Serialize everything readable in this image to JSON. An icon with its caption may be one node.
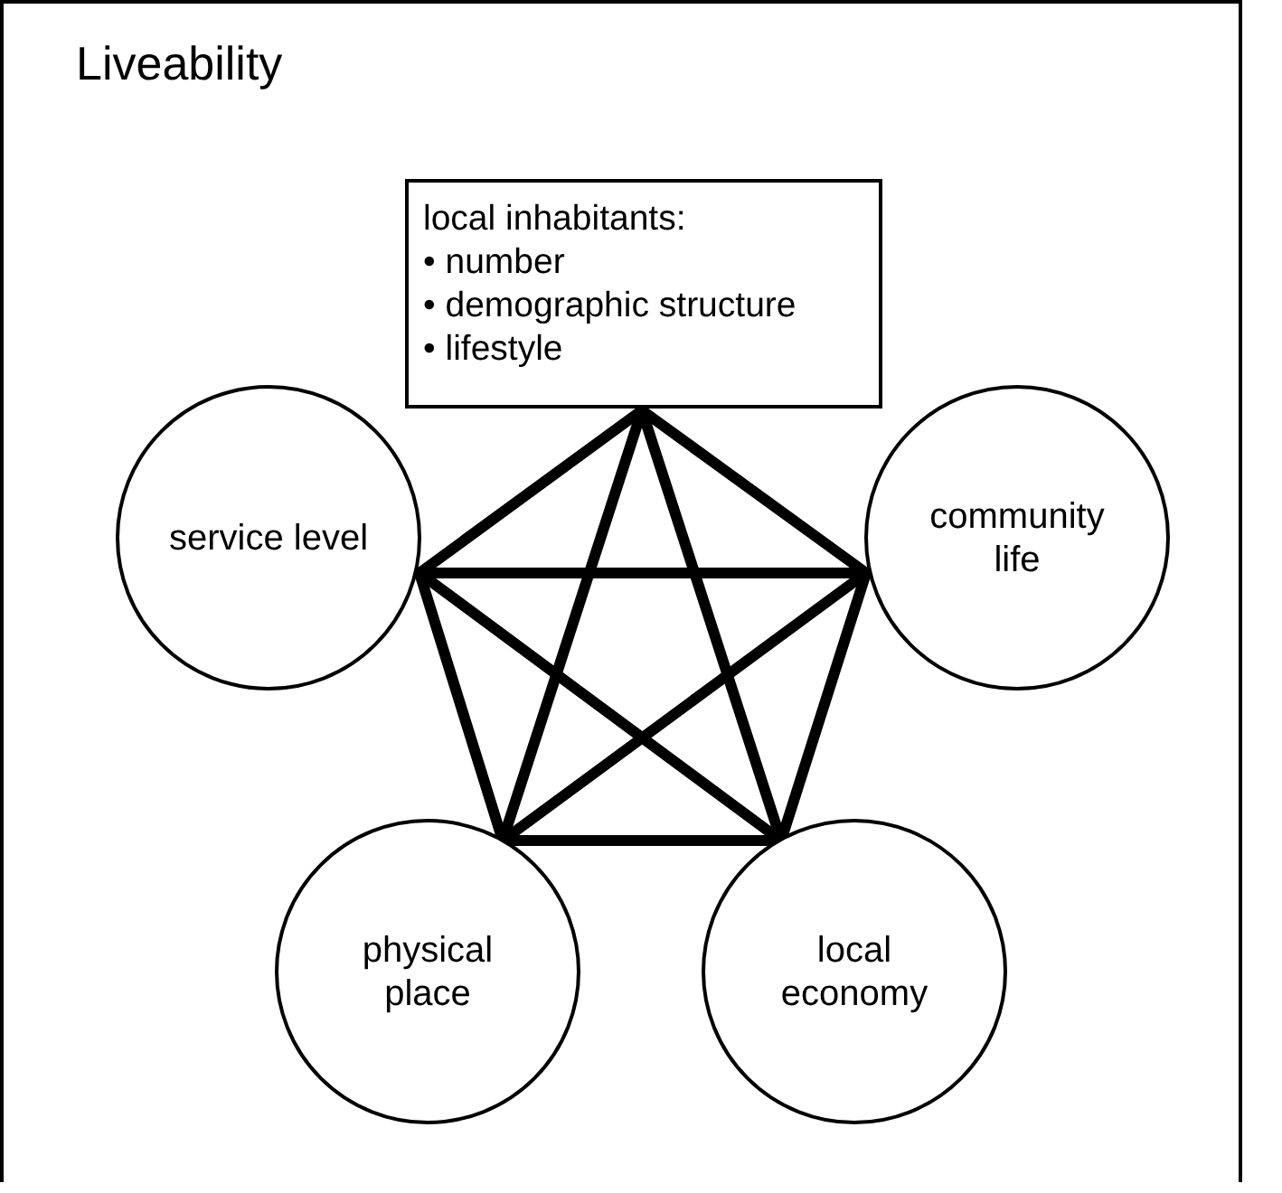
{
  "diagram": {
    "nodes": [
      {
        "text": [
          "Liveability"
        ]
      },
      {
        "text": [
          "local inhabitants:",
          "• number",
          "• demographic structure",
          "• lifestyle"
        ],
        "in": 0
      },
      {
        "text": [
          "service level"
        ],
        "in": 0
      },
      {
        "text": [
          "community life"
        ],
        "in": 0
      },
      {
        "text": [
          "physical place"
        ],
        "in": 0
      },
      {
        "text": [
          "local economy"
        ],
        "in": 0
      }
    ],
    "edges": [
      {
        "from": 1,
        "to": 2,
        "arrow": "none"
      },
      {
        "from": 1,
        "to": 3,
        "arrow": "none"
      },
      {
        "from": 1,
        "to": 4,
        "arrow": "none"
      },
      {
        "from": 1,
        "to": 5,
        "arrow": "none"
      },
      {
        "from": 2,
        "to": 3,
        "arrow": "none"
      },
      {
        "from": 2,
        "to": 4,
        "arrow": "none"
      },
      {
        "from": 2,
        "to": 5,
        "arrow": "none"
      },
      {
        "from": 3,
        "to": 4,
        "arrow": "none"
      },
      {
        "from": 3,
        "to": 5,
        "arrow": "none"
      },
      {
        "from": 4,
        "to": 5,
        "arrow": "none"
      }
    ]
  }
}
